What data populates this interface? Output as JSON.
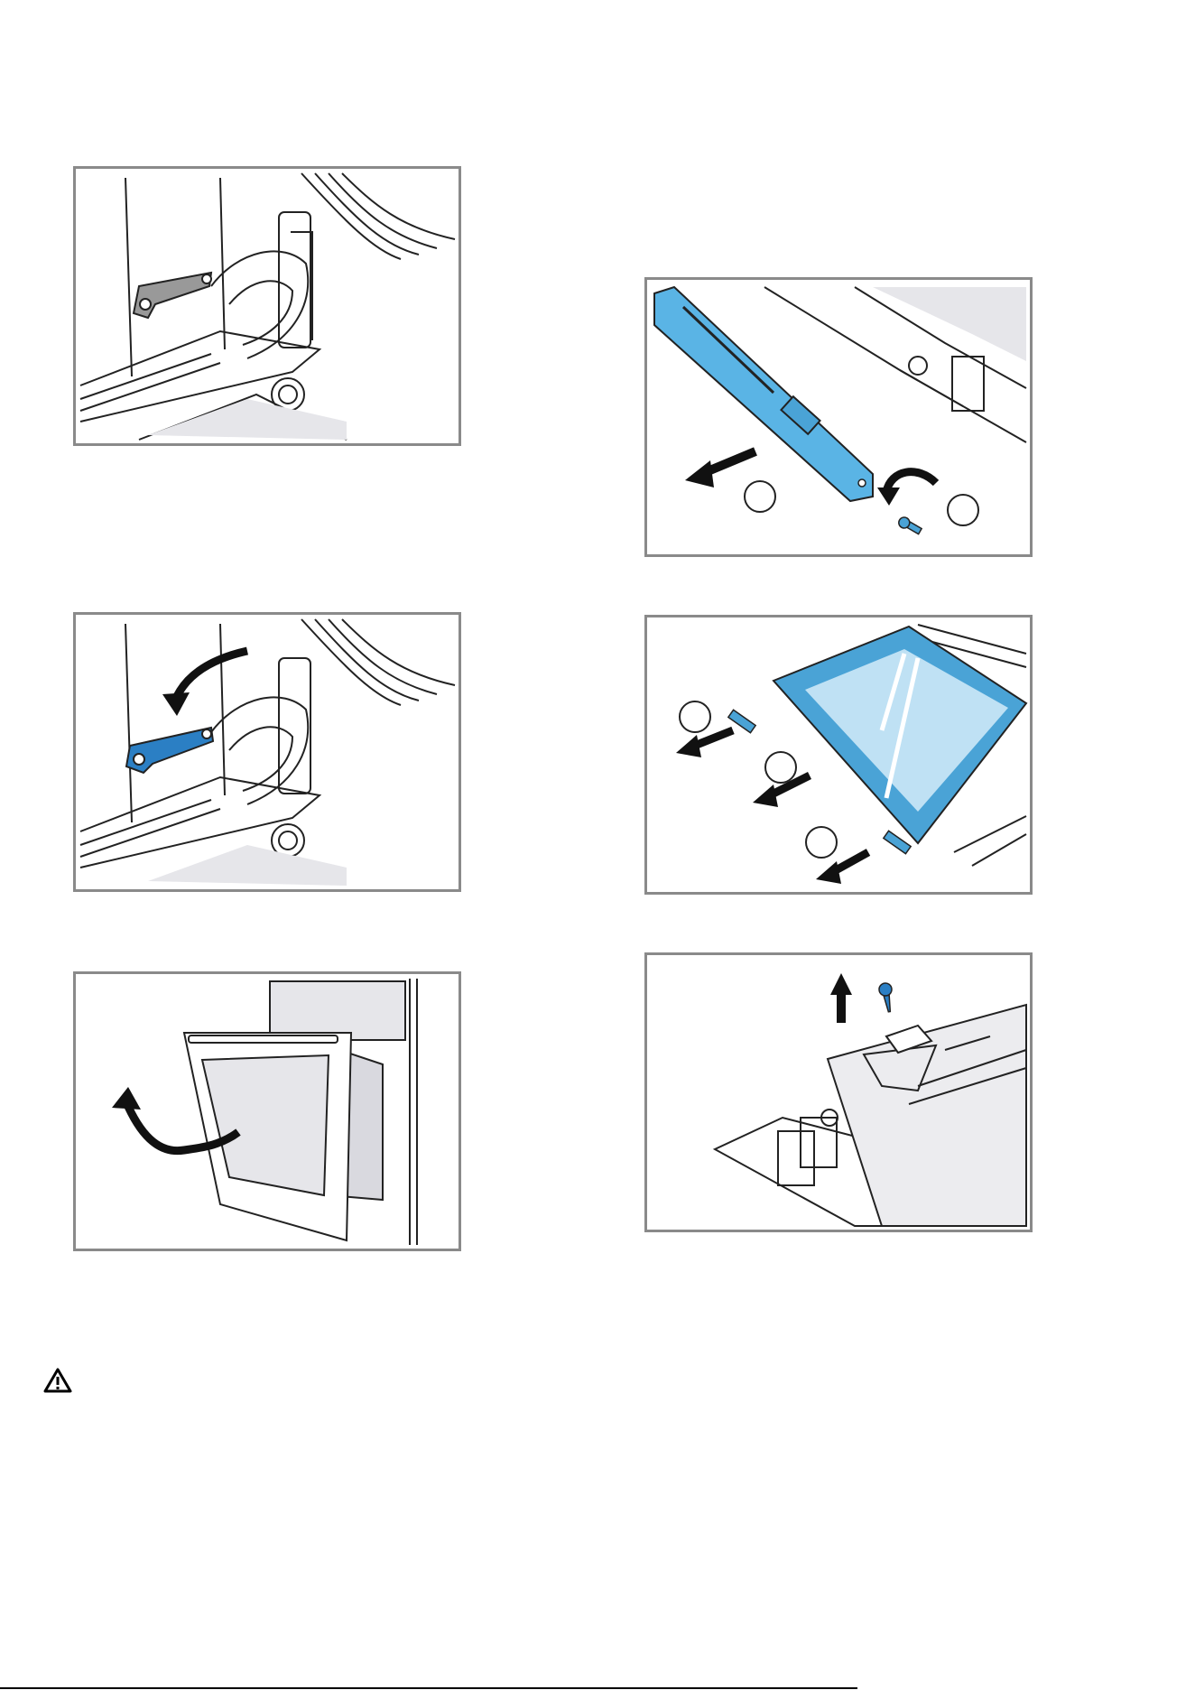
{
  "figures": [
    {
      "id": "fig-hinge-lever-closed",
      "icon": "hinge-lever-icon"
    },
    {
      "id": "fig-hinge-lever-folded",
      "icon": "hinge-lever-icon",
      "highlight": "#2b7fc4"
    },
    {
      "id": "fig-door-lift-off",
      "icon": "oven-door-icon"
    },
    {
      "id": "fig-remove-trim-strip",
      "icon": "trim-strip-icon",
      "highlight": "#5ab4e5",
      "callouts": [
        "",
        ""
      ]
    },
    {
      "id": "fig-remove-glass-pane",
      "icon": "glass-pane-icon",
      "highlight": "#4aa3d6",
      "callouts": [
        "",
        "",
        ""
      ]
    },
    {
      "id": "fig-remove-retaining-clip",
      "icon": "clip-screw-icon",
      "highlight": "#2b7fc4"
    }
  ],
  "warning": {
    "icon": "warning-triangle-icon"
  }
}
